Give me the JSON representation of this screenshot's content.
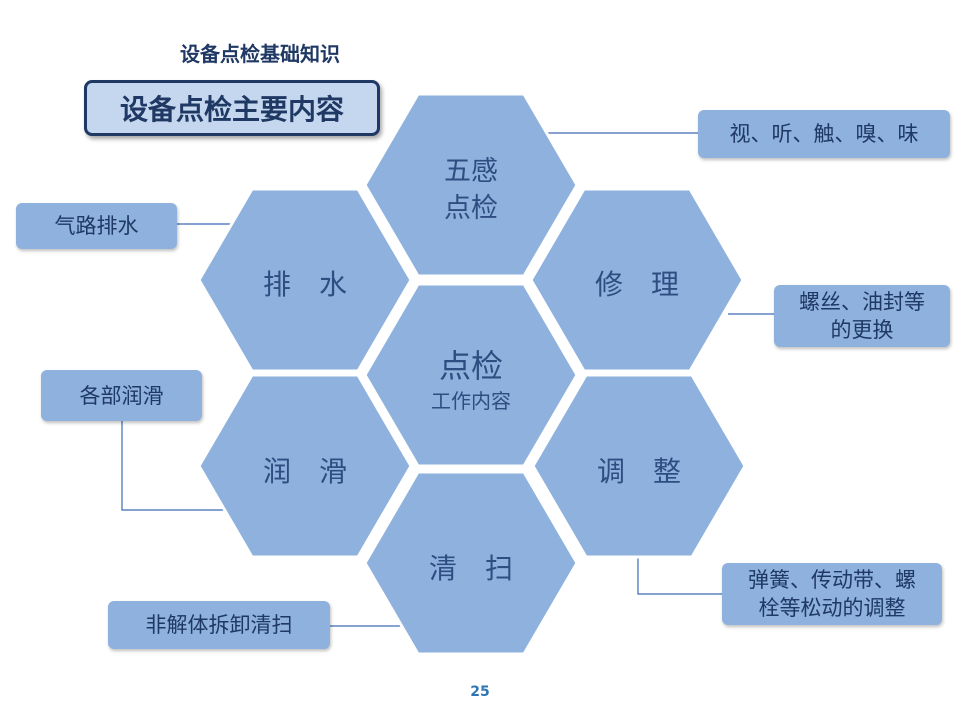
{
  "header": {
    "subtitle": "设备点检基础知识",
    "title": "设备点检主要内容"
  },
  "center": {
    "line1": "点检",
    "line2": "工作内容"
  },
  "hexes": {
    "top": {
      "line1": "五感",
      "line2": "点检"
    },
    "upper_left": "排　水",
    "upper_right": "修　理",
    "lower_left": "润　滑",
    "lower_right": "调　整",
    "bottom": "清　扫"
  },
  "callouts": {
    "senses": "视、听、触、嗅、味",
    "drain": "气路排水",
    "repair": {
      "line1": "螺丝、油封等",
      "line2": "的更换"
    },
    "lubricate": "各部润滑",
    "adjust": {
      "line1": "弹簧、传动带、螺",
      "line2": "栓等松动的调整"
    },
    "clean": "非解体拆卸清扫"
  },
  "footer": {
    "page_number": "25"
  },
  "colors": {
    "hex_fill": "#8eb1de",
    "hex_text": "#2e4d80",
    "title_text": "#1f3864",
    "title_bg": "#c5d7ee",
    "connector": "#3d6ab3",
    "page_number": "#2e75b6"
  }
}
